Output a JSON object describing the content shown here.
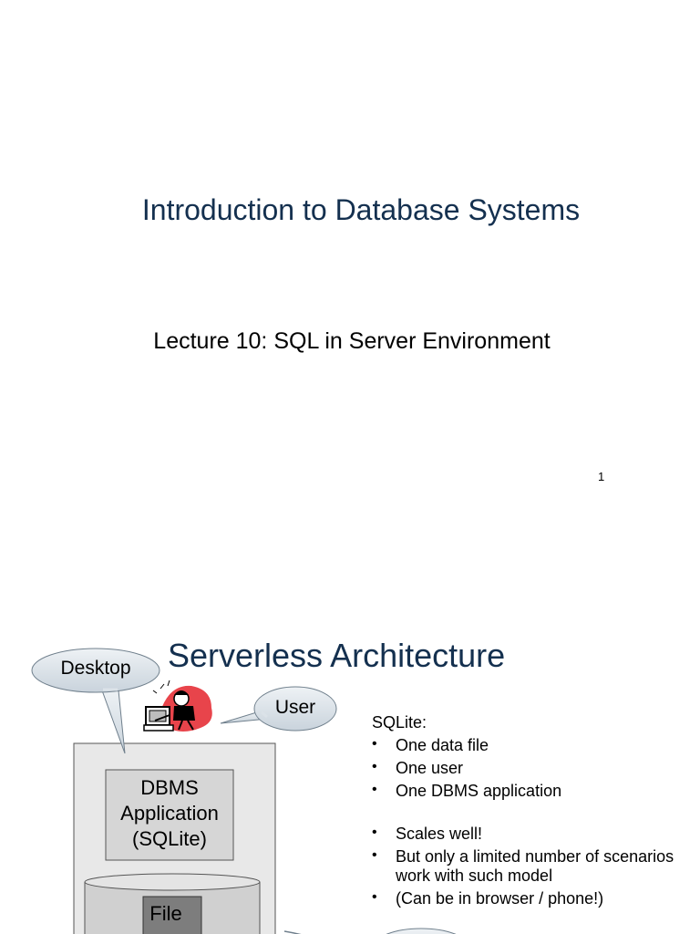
{
  "slide1": {
    "title": "Introduction to Database Systems",
    "subtitle": "Lecture 10: SQL in Server Environment",
    "page_number": "1"
  },
  "slide2": {
    "title": "Serverless Architecture",
    "callouts": {
      "desktop": "Desktop",
      "user": "User"
    },
    "diagram": {
      "dbms_lines": [
        "DBMS",
        "Application",
        "(SQLite)"
      ],
      "file_label": "File"
    },
    "info": {
      "heading": "SQLite:",
      "group1": [
        "One data file",
        "One user",
        "One DBMS application"
      ],
      "group2": [
        "Scales well!",
        "But only a limited number of scenarios work with such model",
        "(Can be in browser / phone!)"
      ]
    },
    "bullet_glyph": "•"
  },
  "icons": {
    "user_clipart": "person-at-computer-icon"
  },
  "colors": {
    "title": "#14304f",
    "callout_fill": "#dde4ea",
    "box_fill": "#e8e8e8",
    "dbms_fill": "#d6d6d6",
    "file_fill": "#7d7d7d"
  }
}
